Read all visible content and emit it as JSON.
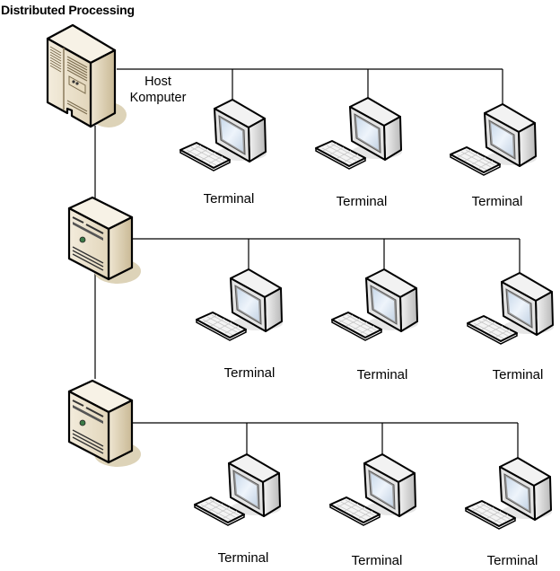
{
  "title": "Distributed Processing",
  "host": {
    "label_line1": "Host",
    "label_line2": "Komputer",
    "icon": "mainframe-tower-icon"
  },
  "servers": [
    {
      "icon": "server-tower-icon"
    },
    {
      "icon": "server-tower-icon"
    }
  ],
  "rows": [
    {
      "node": "host",
      "terminals": [
        {
          "label": "Terminal"
        },
        {
          "label": "Terminal"
        },
        {
          "label": "Terminal"
        }
      ]
    },
    {
      "node": "server-1",
      "terminals": [
        {
          "label": "Terminal"
        },
        {
          "label": "Terminal"
        },
        {
          "label": "Terminal"
        }
      ]
    },
    {
      "node": "server-2",
      "terminals": [
        {
          "label": "Terminal"
        },
        {
          "label": "Terminal"
        },
        {
          "label": "Terminal"
        }
      ]
    }
  ],
  "colors": {
    "server_body": "#e9dfc9",
    "server_side": "#d6c6a4",
    "shadow": "#ddd3b8",
    "monitor_body": "#e8e8e8",
    "screen": "#dbe8f5",
    "line": "#000000"
  }
}
